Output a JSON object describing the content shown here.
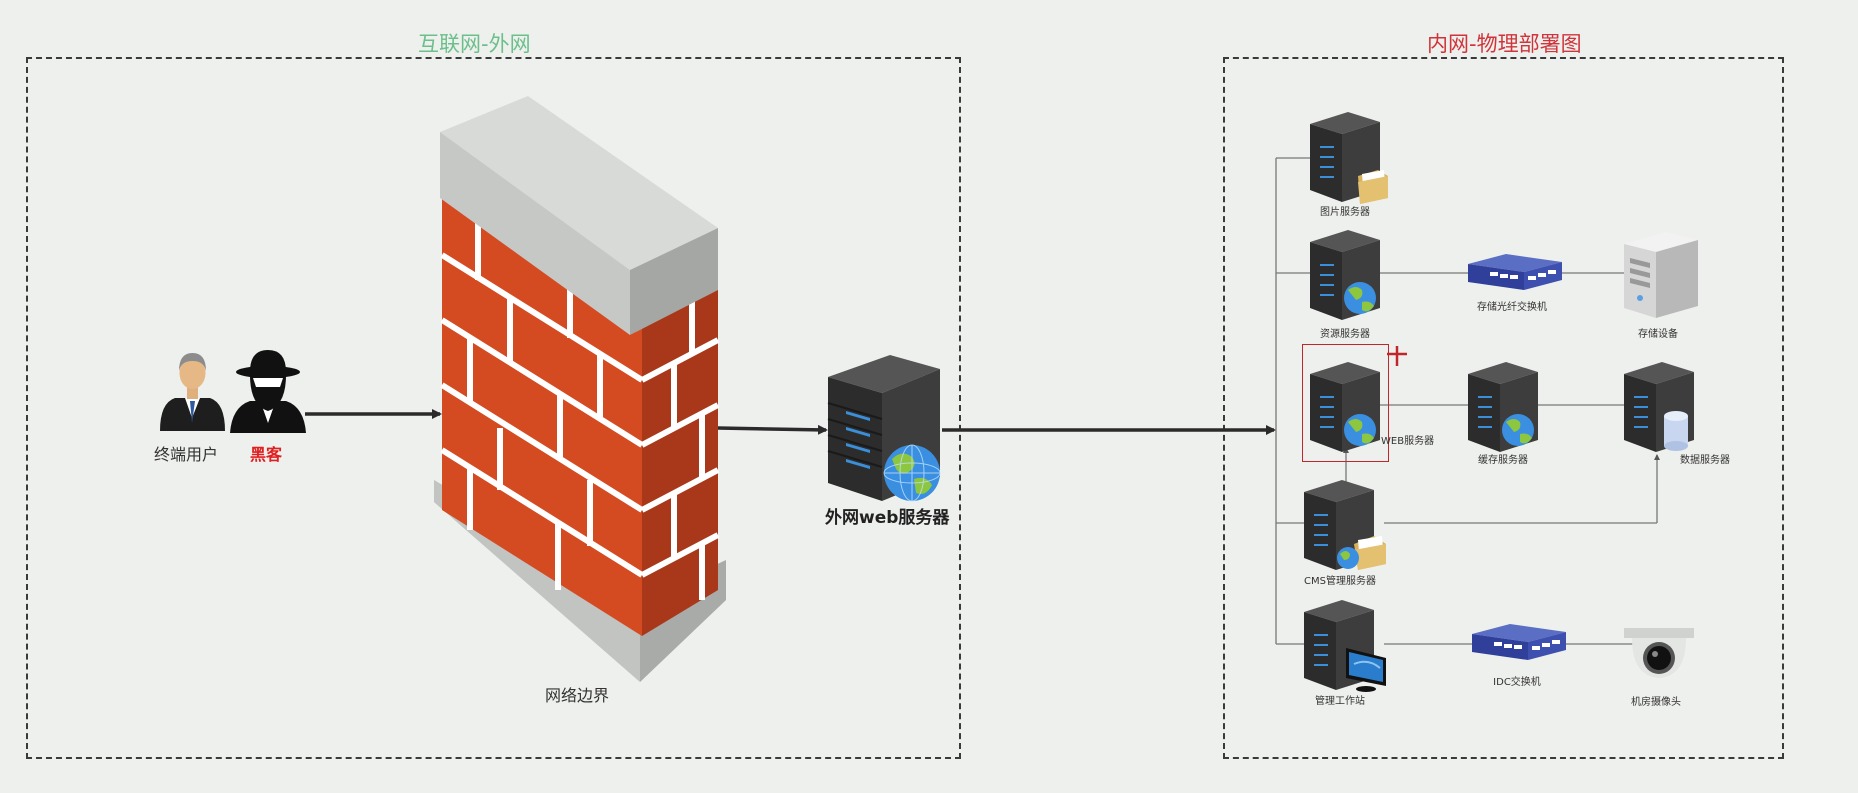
{
  "colors": {
    "background": "#eef0ed",
    "internet_title": "#6cbf8a",
    "intranet_title": "#d0343a",
    "hacker_label": "#e02020",
    "selection": "#c0272d",
    "brick": "#d44b22",
    "brick_dark": "#a9381a",
    "wall_cap": "#d5d7d5"
  },
  "zones": {
    "internet": {
      "title": "互联网-外网"
    },
    "intranet": {
      "title": "内网-物理部署图"
    }
  },
  "actors": {
    "end_user": {
      "label": "终端用户",
      "icon": "businessman-icon"
    },
    "hacker": {
      "label": "黑客",
      "icon": "hacker-icon"
    }
  },
  "firewall": {
    "label": "网络边界",
    "icon": "brick-wall-icon"
  },
  "external_web_server": {
    "label": "外网web服务器",
    "icon": "server-globe-icon"
  },
  "intranet_nodes": {
    "image_server": {
      "label": "图片服务器",
      "icon": "server-folder-icon"
    },
    "resource_server": {
      "label": "资源服务器",
      "icon": "server-globe-icon"
    },
    "storage_fc_switch": {
      "label": "存储光纤交换机",
      "icon": "network-switch-icon"
    },
    "storage_device": {
      "label": "存储设备",
      "icon": "storage-tower-icon"
    },
    "web_server": {
      "label": "WEB服务器",
      "icon": "server-globe-icon",
      "selected": true
    },
    "cache_server": {
      "label": "缓存服务器",
      "icon": "server-globe-icon"
    },
    "database_server": {
      "label": "数据服务器",
      "icon": "server-database-icon"
    },
    "cms_server": {
      "label": "CMS管理服务器",
      "icon": "server-folder-globe-icon"
    },
    "admin_workstation": {
      "label": "管理工作站",
      "icon": "server-monitor-icon"
    },
    "idc_switch": {
      "label": "IDC交换机",
      "icon": "network-switch-icon"
    },
    "dc_camera": {
      "label": "机房摄像头",
      "icon": "dome-camera-icon"
    }
  }
}
